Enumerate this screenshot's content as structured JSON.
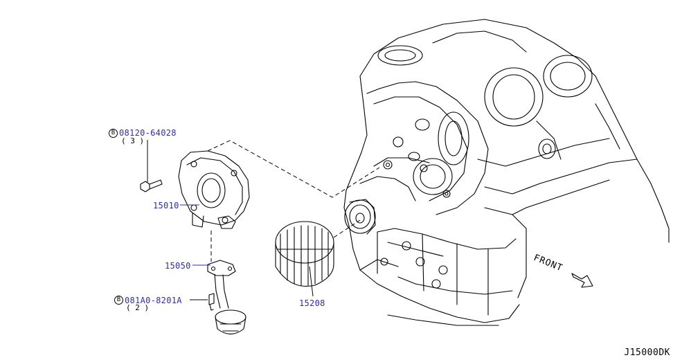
{
  "diagram": {
    "callouts": [
      {
        "id": "bolt_upper",
        "prefix": "B",
        "part_no": "08120-64028",
        "qty": "( 3 )"
      },
      {
        "id": "oil_pump",
        "part_no": "15010"
      },
      {
        "id": "gasket",
        "part_no": "15050"
      },
      {
        "id": "bolt_lower",
        "prefix": "B",
        "part_no": "081A0-8201A",
        "qty": "( 2 )"
      },
      {
        "id": "oil_filter",
        "part_no": "15208"
      }
    ],
    "direction_label": "FRONT",
    "figure_ref": "J15000DK",
    "colors": {
      "callout_text": "#2a2ac8",
      "line": "#000000",
      "leader": "#2a2ac8"
    }
  }
}
